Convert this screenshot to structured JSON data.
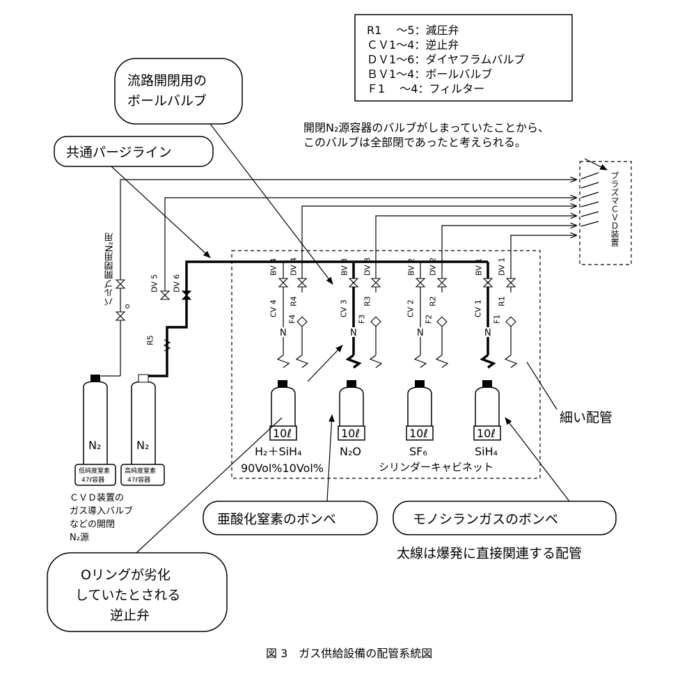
{
  "legend": {
    "line1": "R1　 ～5：減圧弁",
    "line2": "ＣＶ1～4：逆止弁",
    "line3": "ＤＶ1～6：ダイヤフラムバルブ",
    "line4": "ＢＶ1～4：ボールバルブ",
    "line5": "Ｆ1　 ～4：フィルター"
  },
  "notes": {
    "ball_valve_line1": "流路開閉用の",
    "ball_valve_line2": "ボールバルブ",
    "purge_line": "共通パージライン",
    "n2_closed_line1": "開閉N₂源容器のバルブがしまっていたことから、",
    "n2_closed_line2": "このバルブは全部閉であったと考えられる。",
    "plasma_cvd": "プラズマＣＶＤ装置",
    "valve_n2_vertical": "バルブ開閉用N₂用",
    "thin_pipe": "細い配管",
    "n2_source_line1": "ＣＶＤ装置の",
    "n2_source_line2": "ガス導入バルブ",
    "n2_source_line3": "などの開閉",
    "n2_source_line4": "N₂源",
    "n2o_bubble": "亜酸化窒素のボンベ",
    "sih4_bubble": "モノシランガスのボンベ",
    "thick_line_note": "太線は爆発に直接関連する配管",
    "oring_line1": "Oリングが劣化",
    "oring_line2": "していたとされる",
    "oring_line3": "逆止弁",
    "cabinet": "シリンダーキャビネット",
    "mix_ratio": "90Vol%10Vol%"
  },
  "cylinders": {
    "n2_low_gas": "N₂",
    "n2_low_desc1": "低純度窒素",
    "n2_low_desc2": "47ℓ容器",
    "n2_high_gas": "N₂",
    "n2_high_desc1": "高純度窒素",
    "n2_high_desc2": "47ℓ容器",
    "vol1": "10ℓ",
    "gas1": "H₂＋SiH₄",
    "vol2": "10ℓ",
    "gas2": "N₂O",
    "vol3": "10ℓ",
    "gas3": "SF₆",
    "vol4": "10ℓ",
    "gas4": "SiH₄"
  },
  "valves": {
    "dv5": "DV 5",
    "dv6": "DV 6",
    "r5": "R5",
    "bv4": "BV 4",
    "dv4": "DV 4",
    "r4": "R4",
    "cv4": "CV 4",
    "f4": "F4",
    "bv3": "BV 3",
    "dv3": "DV 3",
    "r3": "R3",
    "cv3": "CV 3",
    "f3": "F3",
    "bv2": "BV 2",
    "dv2": "DV 2",
    "r2": "R2",
    "cv2": "CV 2",
    "f2": "F2",
    "bv1": "BV 1",
    "dv1": "DV 1",
    "r1": "R1",
    "cv1": "CV 1",
    "f1": "F1"
  },
  "caption": "図 3　ガス供給設備の配管系統図"
}
